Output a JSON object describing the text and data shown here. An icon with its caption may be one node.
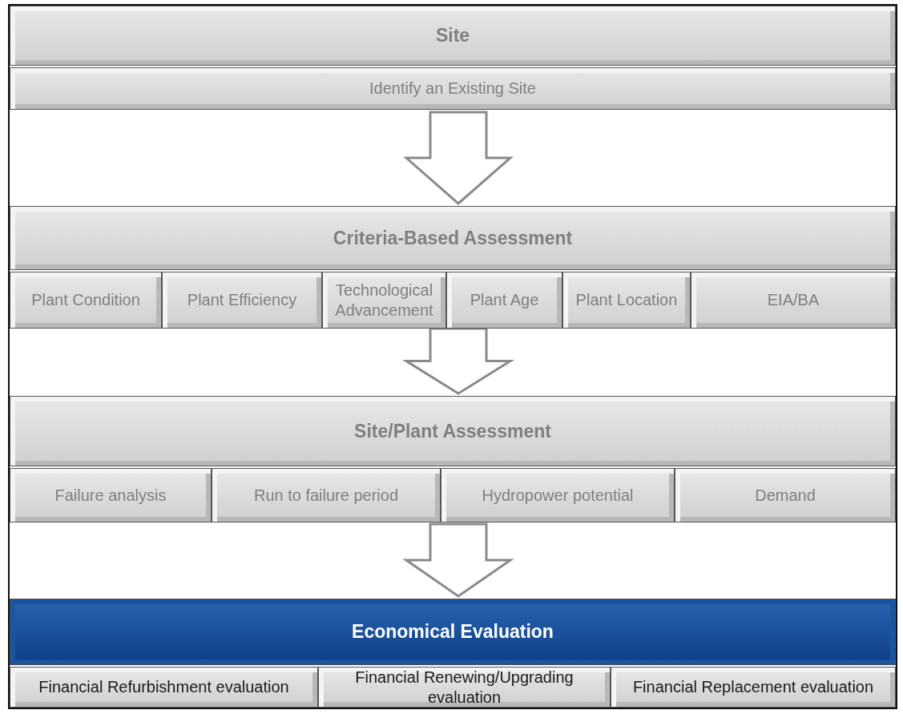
{
  "diagram": {
    "nodes": [
      {
        "text": [
          "Site"
        ]
      },
      {
        "text": [
          "Identify an Existing Site"
        ]
      },
      {
        "text": [
          "Criteria-Based Assessment"
        ]
      },
      {
        "text": [
          "Plant Condition"
        ]
      },
      {
        "text": [
          "Plant Efficiency"
        ]
      },
      {
        "text": [
          "Technological Advancement"
        ]
      },
      {
        "text": [
          "Plant Age"
        ]
      },
      {
        "text": [
          "Plant Location"
        ]
      },
      {
        "text": [
          "EIA/BA"
        ]
      },
      {
        "text": [
          "Site/Plant Assessment"
        ]
      },
      {
        "text": [
          "Failure analysis"
        ]
      },
      {
        "text": [
          "Run to failure period"
        ]
      },
      {
        "text": [
          "Hydropower potential"
        ]
      },
      {
        "text": [
          "Demand"
        ]
      },
      {
        "text": [
          "Economical Evaluation"
        ]
      },
      {
        "text": [
          "Financial Refurbishment evaluation"
        ]
      },
      {
        "text": [
          "Financial Renewing/Upgrading evaluation"
        ]
      },
      {
        "text": [
          "Financial Replacement evaluation"
        ]
      }
    ],
    "edges": [
      {
        "from": 1,
        "to": 2,
        "arrow": "to"
      },
      {
        "from": null,
        "to": 9,
        "arrow": "to"
      },
      {
        "from": null,
        "to": 14,
        "arrow": "to"
      }
    ]
  }
}
